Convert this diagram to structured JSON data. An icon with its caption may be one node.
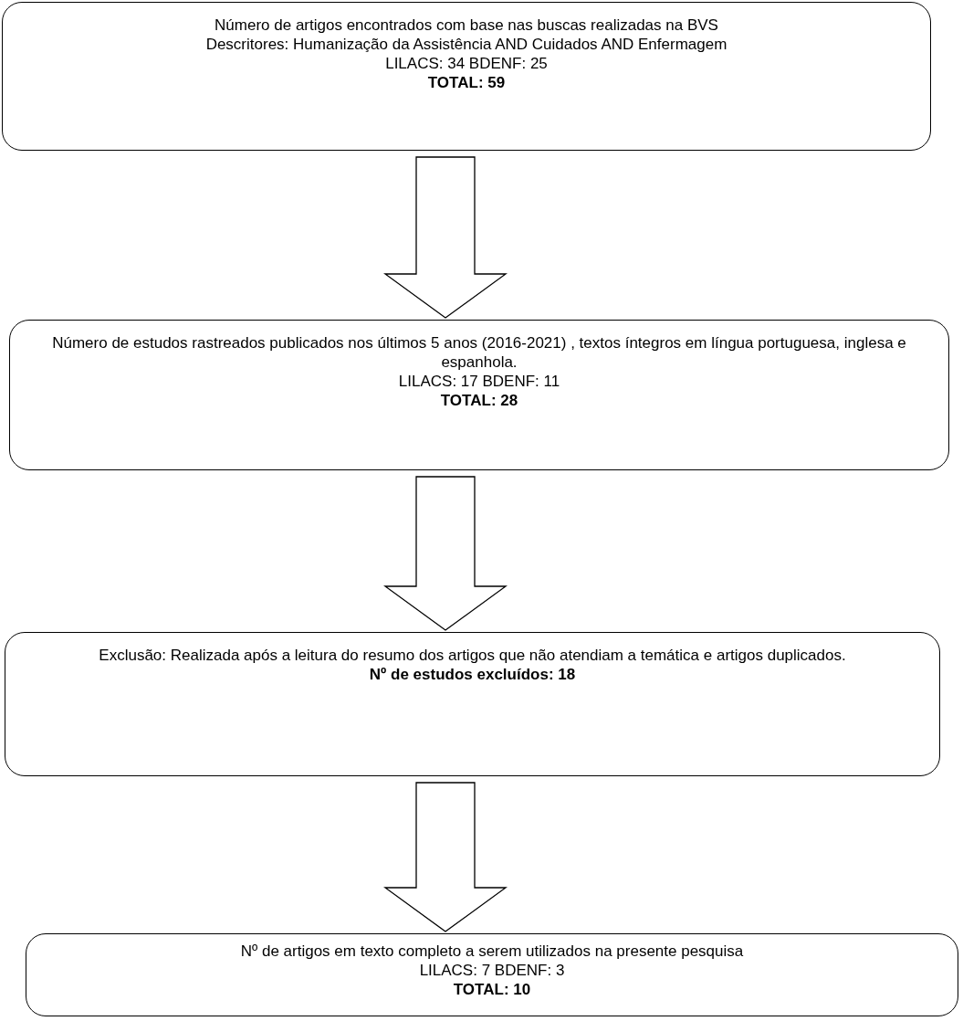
{
  "diagram": {
    "nodes": [
      {
        "text": [
          "Número de artigos encontrados com base nas buscas realizadas na BVS",
          "Descritores: Humanização da Assistência AND Cuidados AND Enfermagem",
          "LILACS: 34 BDENF: 25",
          "TOTAL: 59"
        ]
      },
      {
        "text": [
          "Número de estudos rastreados publicados nos últimos 5 anos (2016-2021) , textos íntegros em língua portuguesa, inglesa e espanhola.",
          "LILACS: 17 BDENF: 11",
          "TOTAL: 28"
        ]
      },
      {
        "text": [
          "Exclusão: Realizada após a leitura do resumo dos artigos que não atendiam a temática e artigos duplicados.",
          "Nº de estudos excluídos: 18"
        ]
      },
      {
        "text": [
          "Nº de artigos em texto completo a serem utilizados na presente pesquisa",
          "LILACS: 7 BDENF: 3",
          "TOTAL: 10"
        ]
      }
    ],
    "edges": [
      {
        "from": 0,
        "to": 1,
        "arrow": "to"
      },
      {
        "from": 1,
        "to": 2,
        "arrow": "to"
      },
      {
        "from": 2,
        "to": 3,
        "arrow": "to"
      }
    ]
  }
}
